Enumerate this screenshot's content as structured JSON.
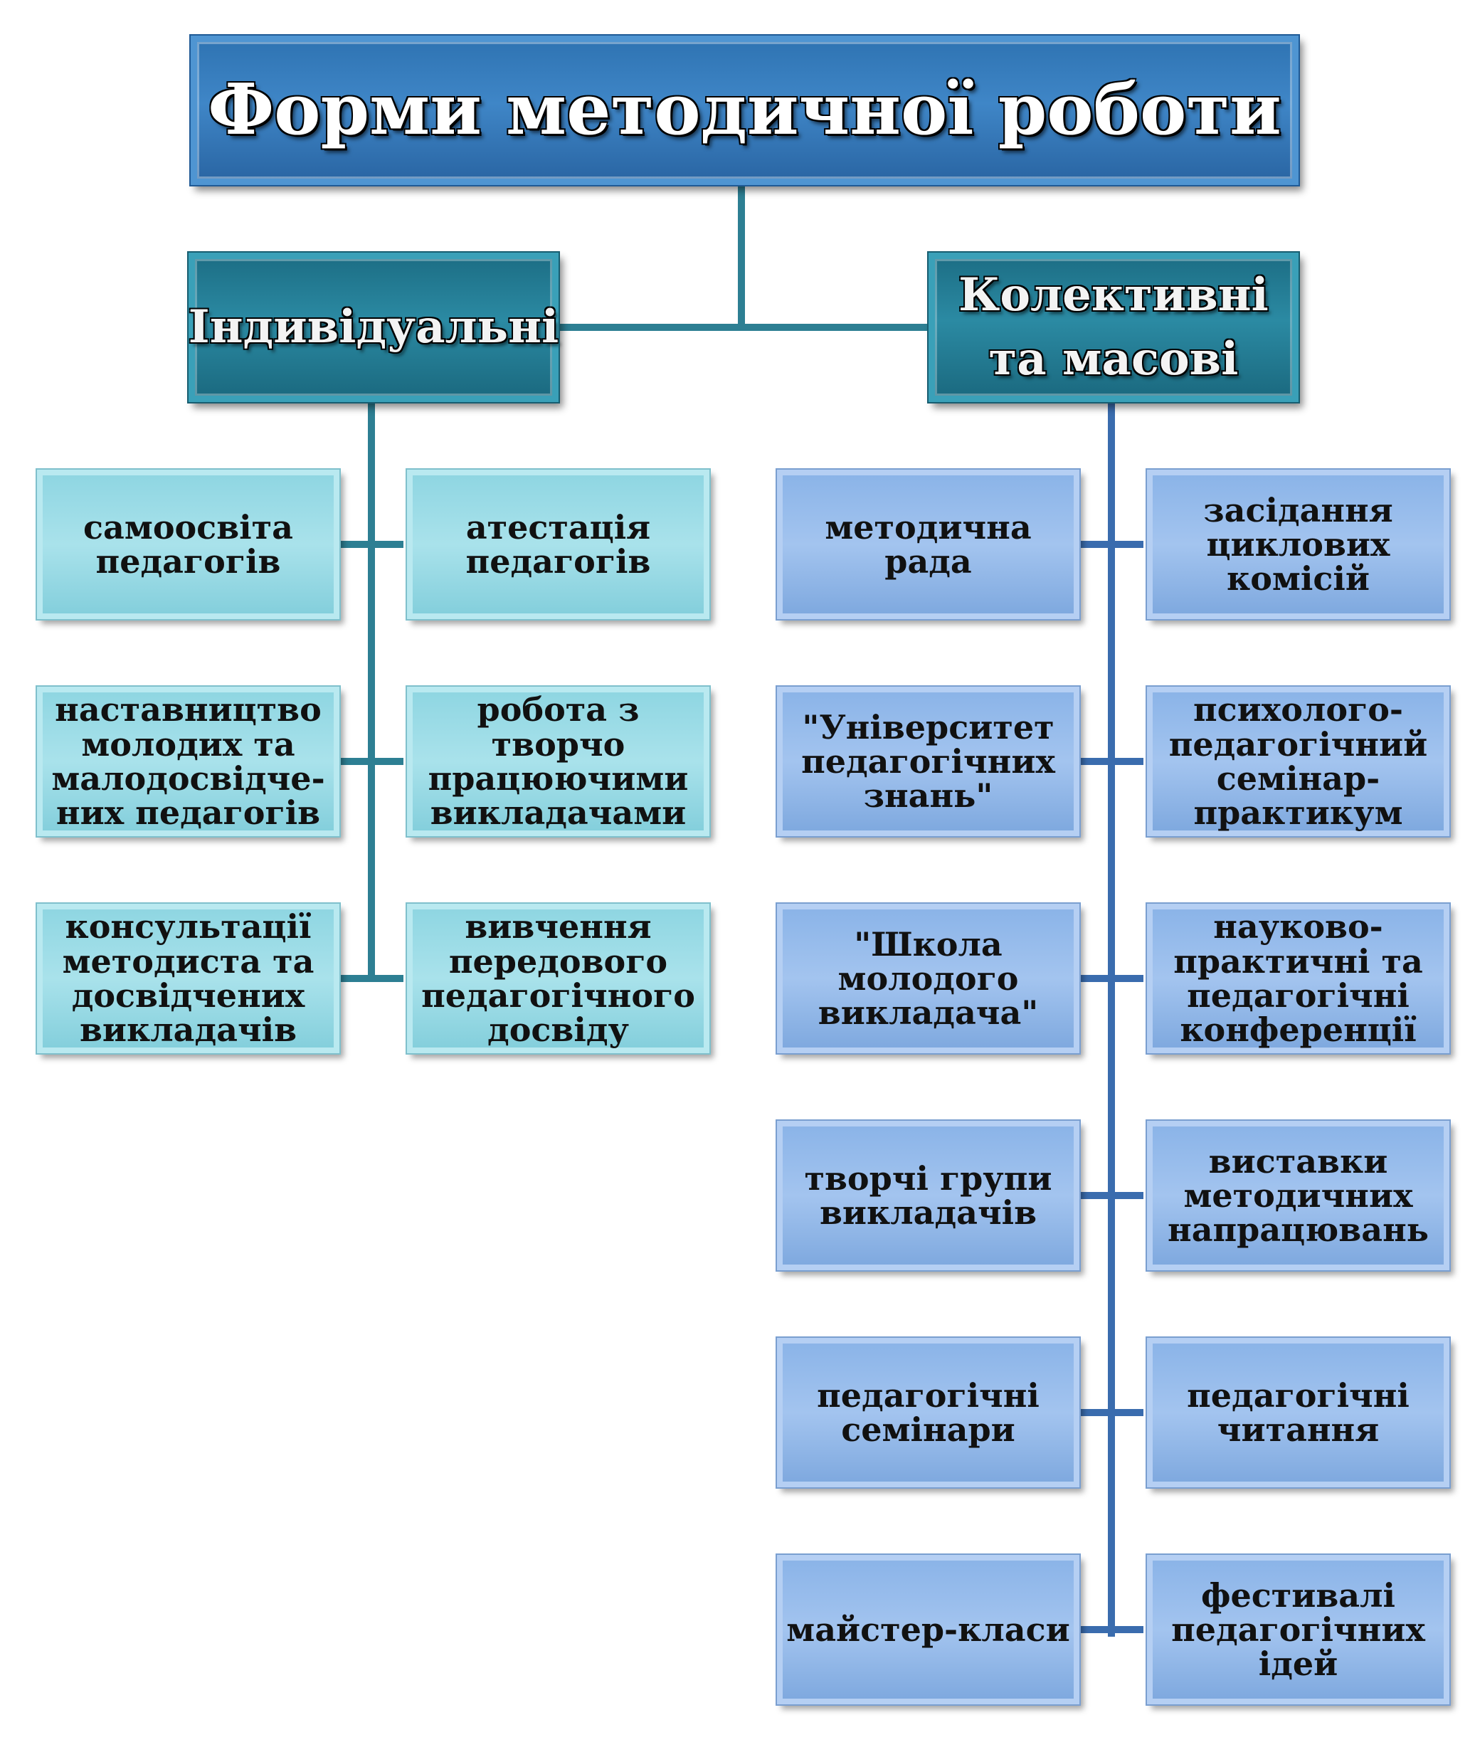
{
  "title": "Форми методичної роботи",
  "individual": {
    "label": "Індивідуальні",
    "items": [
      "самоосвіта\nпедагогів",
      "атестація\nпедагогів",
      "наставництво\nмолодих та\nмалодосвідче-\nних педагогів",
      "робота з творчо\nпрацюючими\nвикладачами",
      "консультації\nметодиста та\nдосвідчених\nвикладачів",
      "вивчення\nпередового\nпедагогічного\nдосвіду"
    ]
  },
  "collective": {
    "label": "Колективні\nта масові",
    "items": [
      "методична\nрада",
      "засідання\nциклових\nкомісій",
      "\"Університет\nпедагогічних\nзнань\"",
      "психолого-\nпедагогічний\nсемінар-\nпрактикум",
      "\"Школа\nмолодого\nвикладача\"",
      "науково-\nпрактичні та\nпедагогічні\nконференції",
      "творчі групи\nвикладачів",
      "виставки\nметодичних\nнапрацювань",
      "педагогічні\nсемінари",
      "педагогічні\nчитання",
      "майстер-класи",
      "фестивалі\nпедагогічних\nідей"
    ]
  },
  "colors": {
    "title": "#3a7fc0",
    "category": "#2b8aa3",
    "individual_leaf": "#a9e2eb",
    "collective_leaf": "#a3c4ef"
  }
}
